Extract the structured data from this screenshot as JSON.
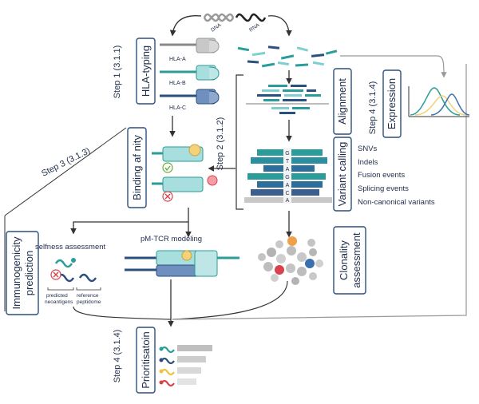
{
  "inputs": {
    "dna": "DNA",
    "rna": "RNA"
  },
  "steps": {
    "hla_typing_step": "Step 1 (3.1.1)",
    "variant_step": "Step 2 (3.1.2)",
    "immuno_step": "Step 3 (3.1.3)",
    "expression_step": "Step 4 (3.1.4)",
    "prioritisation_step": "Step 4 (3.1.4)"
  },
  "boxes": {
    "hla_typing": "HLA-typing",
    "binding_affinity": "Binding af nity",
    "alignment": "Alignment",
    "variant_calling": "Variant calling",
    "expression": "Expression",
    "clonality_line1": "Clonality",
    "clonality_line2": "assessment",
    "immunogenicity_line1": "Immunogenicity",
    "immunogenicity_line2": "prediction",
    "prioritisation": "Prioritisatoin"
  },
  "hla_alleles": [
    "HLA-A",
    "HLA-B",
    "HLA-C"
  ],
  "variant_types": [
    "SNVs",
    "Indels",
    "Fusion events",
    "Splicing events",
    "Non-canonical variants"
  ],
  "alignment_bases": [
    "G",
    "T",
    "A",
    "G",
    "A",
    "C",
    "A"
  ],
  "immunogenicity": {
    "selfness_title": "selfness assessment",
    "predicted_line1": "predicted",
    "predicted_line2": "neoantigens",
    "reference_line1": "reference",
    "reference_line2": "peptidome",
    "pmtcr_title": "pM-TCR modeling"
  },
  "colors": {
    "teal": "#2a9d9a",
    "light_teal": "#7fcfcf",
    "navy": "#2b4f7e",
    "yellow": "#f3d27a",
    "orange": "#f0a04a",
    "red": "#d9414b",
    "blue": "#3a6fb0",
    "gray": "#b8b8b8"
  }
}
